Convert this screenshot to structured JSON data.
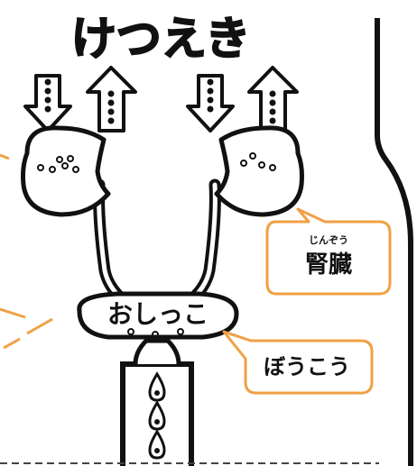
{
  "title": "けつえき",
  "bladder_label": "おしっこ",
  "callouts": {
    "kidney": {
      "ruby": "じんぞう",
      "label": "腎臓"
    },
    "bladder": {
      "label": "ぼうこう"
    }
  },
  "colors": {
    "ink": "#111111",
    "callout_border": "#f0a045",
    "background": "#ffffff"
  }
}
